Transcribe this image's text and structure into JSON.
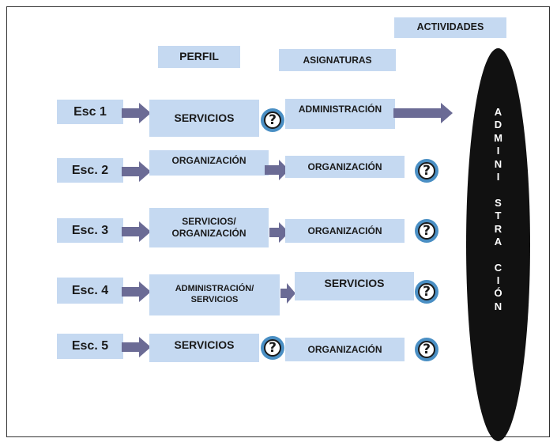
{
  "headers": {
    "perfil": "PERFIL",
    "asignaturas": "ASIGNATURAS",
    "actividades": "ACTIVIDADES"
  },
  "rows": [
    {
      "esc": "Esc 1",
      "profile": "SERVICIOS",
      "subject": "ADMINISTRACIÓN"
    },
    {
      "esc": "Esc. 2",
      "profile": "ORGANIZACIÓN",
      "subject": "ORGANIZACIÓN"
    },
    {
      "esc": "Esc. 3",
      "profile_line1": "SERVICIOS/",
      "profile_line2": "ORGANIZACIÓN",
      "subject": "ORGANIZACIÓN"
    },
    {
      "esc": "Esc. 4",
      "profile_line1": "ADMINISTRACIÓN/",
      "profile_line2": "SERVICIOS",
      "subject": "SERVICIOS"
    },
    {
      "esc": "Esc. 5",
      "profile": "SERVICIOS",
      "subject": "ORGANIZACIÓN"
    }
  ],
  "question_mark": "?",
  "vertical_letters": [
    "A",
    "D",
    "M",
    "I",
    "N",
    "I",
    "",
    "S",
    "T",
    "R",
    "A",
    "",
    "C",
    "I",
    "Ó",
    "N"
  ],
  "colors": {
    "box_fill": "#c5d9f1",
    "arrow_fill": "#6b6b95",
    "question_fill": "#4a8fc4",
    "ellipse_fill": "#111111"
  }
}
